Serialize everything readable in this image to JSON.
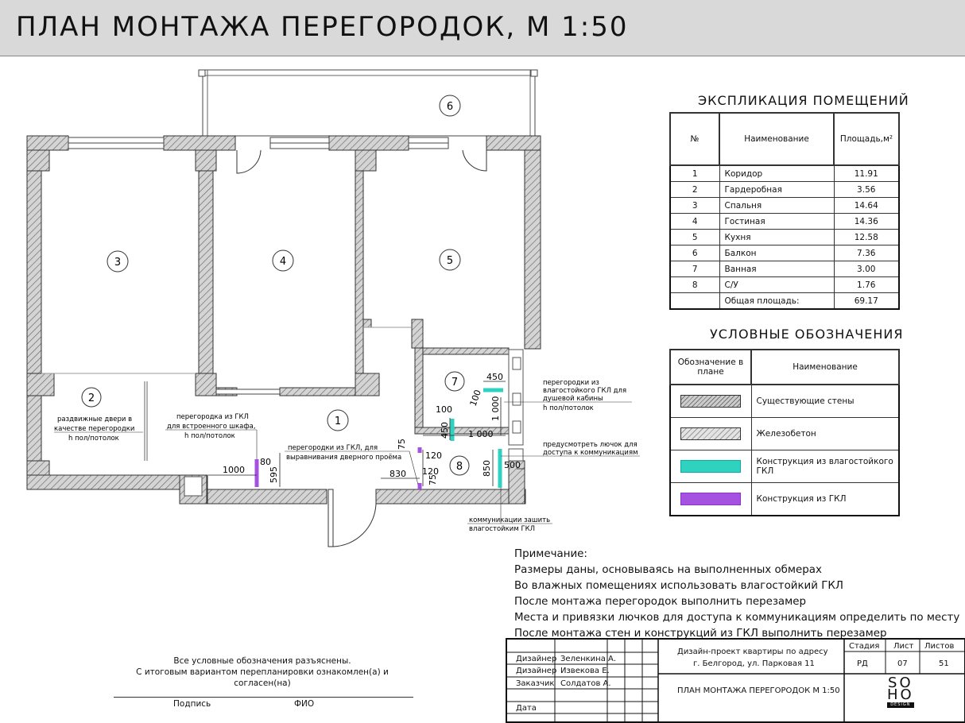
{
  "title": "ПЛАН МОНТАЖА ПЕРЕГОРОДОК, М 1:50",
  "explication": {
    "title": "ЭКСПЛИКАЦИЯ ПОМЕЩЕНИЙ",
    "col_num": "№",
    "col_name": "Наименование",
    "col_area": "Площадь,м²",
    "rows": [
      {
        "n": "1",
        "name": "Коридор",
        "area": "11.91"
      },
      {
        "n": "2",
        "name": "Гардеробная",
        "area": "3.56"
      },
      {
        "n": "3",
        "name": "Спальня",
        "area": "14.64"
      },
      {
        "n": "4",
        "name": "Гостиная",
        "area": "14.36"
      },
      {
        "n": "5",
        "name": "Кухня",
        "area": "12.58"
      },
      {
        "n": "6",
        "name": "Балкон",
        "area": "7.36"
      },
      {
        "n": "7",
        "name": "Ванная",
        "area": "3.00"
      },
      {
        "n": "8",
        "name": "С/У",
        "area": "1.76"
      }
    ],
    "total_label": "Общая площадь:",
    "total": "69.17"
  },
  "legend": {
    "title": "УСЛОВНЫЕ ОБОЗНАЧЕНИЯ",
    "col_symbol": "Обозначение в плане",
    "col_name": "Наименование",
    "items": [
      {
        "symbol": "hatch",
        "name": "Существующие стены"
      },
      {
        "symbol": "concrete",
        "name": "Железобетон"
      },
      {
        "symbol": "cyan",
        "name": "Конструкция из влагостойкого ГКЛ"
      },
      {
        "symbol": "purple",
        "name": "Конструкция из ГКЛ"
      }
    ]
  },
  "plan": {
    "rooms": [
      "1",
      "2",
      "3",
      "4",
      "5",
      "6",
      "7",
      "8"
    ],
    "dims": {
      "d1000": "1000",
      "d80": "80",
      "d595": "595",
      "d75a": "75",
      "d120a": "120",
      "d830": "830",
      "d120b": "120",
      "d75b": "75",
      "d850": "850",
      "d500": "500",
      "d450a": "450",
      "d100a": "100",
      "d450b": "450",
      "d100b": "100",
      "d1000v": "1 000",
      "d1000h": "1 000"
    },
    "ann": {
      "sliding": [
        "раздвижные двери в",
        "качестве перегородки",
        "h пол/потолок"
      ],
      "gkl_cab": [
        "перегородка из ГКЛ",
        "для встроенного шкафа,",
        "h пол/потолок"
      ],
      "gkl_door": [
        "перегородки из ГКЛ, для",
        "выравнивания дверного проёма"
      ],
      "shower": [
        "перегородки из",
        "влагостойкого ГКЛ для",
        "душевой кабины",
        "h пол/потолок"
      ],
      "hatch": [
        "предусмотреть лючок для",
        "доступа к коммуникациям"
      ],
      "comm": [
        "коммуникации зашить",
        "влагостойким ГКЛ"
      ]
    }
  },
  "notes": {
    "title": "Примечание:",
    "lines": [
      "Размеры даны, основываясь на выполненных обмерах",
      "Во влажных помещениях использовать влагостойкий ГКЛ",
      "После монтажа перегородок выполнить перезамер",
      "Места и привязки лючков для доступа к коммуникациям определить по месту",
      "После монтажа стен и конструкций из ГКЛ выполнить перезамер"
    ]
  },
  "sign": {
    "line1": "Все условные обозначения разъяснены.",
    "line2": "С итоговым вариантом перепланировки ознакомлен(а) и согласен(на)",
    "podpis": "Подпись",
    "fio": "ФИО"
  },
  "stamp": {
    "designer_label": "Дизайнер",
    "designer1": "Зеленкина А.",
    "designer2_label": "Дизайнер",
    "designer2": "Извекова Е.",
    "client_label": "Заказчик",
    "client": "Солдатов А.",
    "date_label": "Дата",
    "project1": "Дизайн-проект квартиры по адресу",
    "project2": "г. Белгород, ул. Парковая 11",
    "sheet_title": "ПЛАН МОНТАЖА ПЕРЕГОРОДОК М 1:50",
    "stage_label": "Стадия",
    "stage": "РД",
    "list_label": "Лист",
    "list": "07",
    "lists_label": "Листов",
    "lists": "51",
    "logo1": "SO",
    "logo2": "HO",
    "logo_sub": "DESIGN"
  }
}
